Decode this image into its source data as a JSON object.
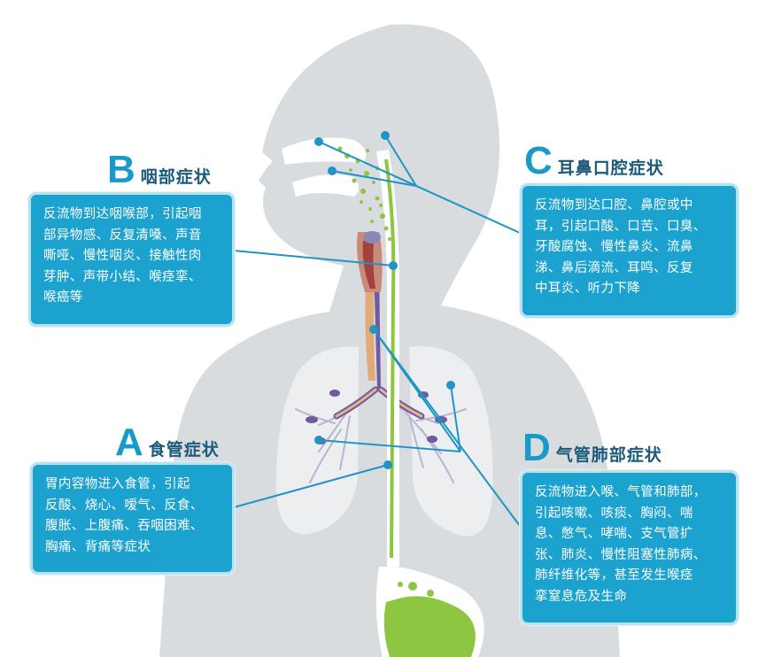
{
  "colors": {
    "accent": "#1a9ac8",
    "box_fill": "#1ba2cf",
    "heading_text": "#1a5a7a",
    "silhouette": "#d9dcdf",
    "reflux_green": "#8dc641",
    "airway_purple": "#6f5aa3"
  },
  "sections": {
    "B": {
      "letter": "B",
      "title": "咽部症状",
      "lines": [
        "反流物到达咽喉部，引起咽",
        "部异物感、反复清嗓、声音",
        "嘶哑、慢性咽炎、接触性肉",
        "芽肿、声带小结、喉痉挛、",
        "喉癌等"
      ]
    },
    "C": {
      "letter": "C",
      "title": "耳鼻口腔症状",
      "lines": [
        "反流物到达口腔、鼻腔或中",
        "耳，引起口酸、口苦、口臭、",
        "牙酸腐蚀、慢性鼻炎、流鼻",
        "涕、鼻后滴流、耳鸣、反复",
        "中耳炎、听力下降"
      ]
    },
    "A": {
      "letter": "A",
      "title": "食管症状",
      "lines": [
        "胃内容物进入食管，引起",
        "反酸、烧心、嗳气、反食、",
        "腹胀、上腹痛、吞咽困难、",
        "胸痛、背痛等症状"
      ]
    },
    "D": {
      "letter": "D",
      "title": "气管肺部症状",
      "lines": [
        "反流物进入喉、气管和肺部，",
        "引起咳嗽、咳痰、胸闷、喘",
        "息、憋气、哮喘、支气管扩",
        "张、肺炎、慢性阻塞性肺病、",
        "肺纤维化等，甚至发生喉痉",
        "挛窒息危及生命"
      ]
    }
  }
}
